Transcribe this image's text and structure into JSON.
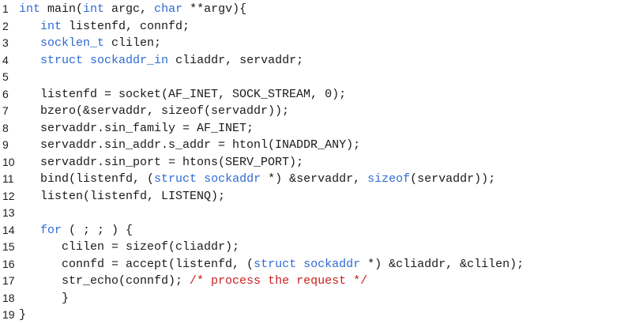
{
  "colors": {
    "keyword": "#2f6bd4",
    "comment": "#c8201e",
    "text": "#1a1a1a",
    "background": "#ffffff"
  },
  "code": {
    "language": "c",
    "lines": [
      {
        "number": "1",
        "tokens": [
          {
            "t": "kw",
            "v": "int"
          },
          {
            "t": "plain",
            "v": " main("
          },
          {
            "t": "kw",
            "v": "int"
          },
          {
            "t": "plain",
            "v": " argc, "
          },
          {
            "t": "kw",
            "v": "char"
          },
          {
            "t": "plain",
            "v": " **argv){"
          }
        ]
      },
      {
        "number": "2",
        "tokens": [
          {
            "t": "plain",
            "v": "   "
          },
          {
            "t": "kw",
            "v": "int"
          },
          {
            "t": "plain",
            "v": " listenfd, connfd;"
          }
        ]
      },
      {
        "number": "3",
        "tokens": [
          {
            "t": "plain",
            "v": "   "
          },
          {
            "t": "kw",
            "v": "socklen_t"
          },
          {
            "t": "plain",
            "v": " clilen;"
          }
        ]
      },
      {
        "number": "4",
        "tokens": [
          {
            "t": "plain",
            "v": "   "
          },
          {
            "t": "kw",
            "v": "struct"
          },
          {
            "t": "plain",
            "v": " "
          },
          {
            "t": "kw",
            "v": "sockaddr_in"
          },
          {
            "t": "plain",
            "v": " cliaddr, servaddr;"
          }
        ]
      },
      {
        "number": "5",
        "tokens": []
      },
      {
        "number": "6",
        "tokens": [
          {
            "t": "plain",
            "v": "   listenfd = socket(AF_INET, SOCK_STREAM, 0);"
          }
        ]
      },
      {
        "number": "7",
        "tokens": [
          {
            "t": "plain",
            "v": "   bzero(&servaddr, sizeof(servaddr));"
          }
        ]
      },
      {
        "number": "8",
        "tokens": [
          {
            "t": "plain",
            "v": "   servaddr.sin_family = AF_INET;"
          }
        ]
      },
      {
        "number": "9",
        "tokens": [
          {
            "t": "plain",
            "v": "   servaddr.sin_addr.s_addr = htonl(INADDR_ANY);"
          }
        ]
      },
      {
        "number": "10",
        "tokens": [
          {
            "t": "plain",
            "v": "   servaddr.sin_port = htons(SERV_PORT);"
          }
        ]
      },
      {
        "number": "11",
        "tokens": [
          {
            "t": "plain",
            "v": "   bind(listenfd, ("
          },
          {
            "t": "kw",
            "v": "struct"
          },
          {
            "t": "plain",
            "v": " "
          },
          {
            "t": "kw",
            "v": "sockaddr"
          },
          {
            "t": "plain",
            "v": " *) &servaddr, "
          },
          {
            "t": "kw",
            "v": "sizeof"
          },
          {
            "t": "plain",
            "v": "(servaddr));"
          }
        ]
      },
      {
        "number": "12",
        "tokens": [
          {
            "t": "plain",
            "v": "   listen(listenfd, LISTENQ);"
          }
        ]
      },
      {
        "number": "13",
        "tokens": []
      },
      {
        "number": "14",
        "tokens": [
          {
            "t": "plain",
            "v": "   "
          },
          {
            "t": "kw",
            "v": "for"
          },
          {
            "t": "plain",
            "v": " ( ; ; ) {"
          }
        ]
      },
      {
        "number": "15",
        "tokens": [
          {
            "t": "plain",
            "v": "      clilen = sizeof(cliaddr);"
          }
        ]
      },
      {
        "number": "16",
        "tokens": [
          {
            "t": "plain",
            "v": "      connfd = accept(listenfd, ("
          },
          {
            "t": "kw",
            "v": "struct"
          },
          {
            "t": "plain",
            "v": " "
          },
          {
            "t": "kw",
            "v": "sockaddr"
          },
          {
            "t": "plain",
            "v": " *) &cliaddr, &clilen);"
          }
        ]
      },
      {
        "number": "17",
        "tokens": [
          {
            "t": "plain",
            "v": "      str_echo(connfd); "
          },
          {
            "t": "cm",
            "v": "/* process the request */"
          }
        ]
      },
      {
        "number": "18",
        "tokens": [
          {
            "t": "plain",
            "v": "      }"
          }
        ]
      },
      {
        "number": "19",
        "tokens": [
          {
            "t": "plain",
            "v": "}"
          }
        ]
      }
    ]
  }
}
